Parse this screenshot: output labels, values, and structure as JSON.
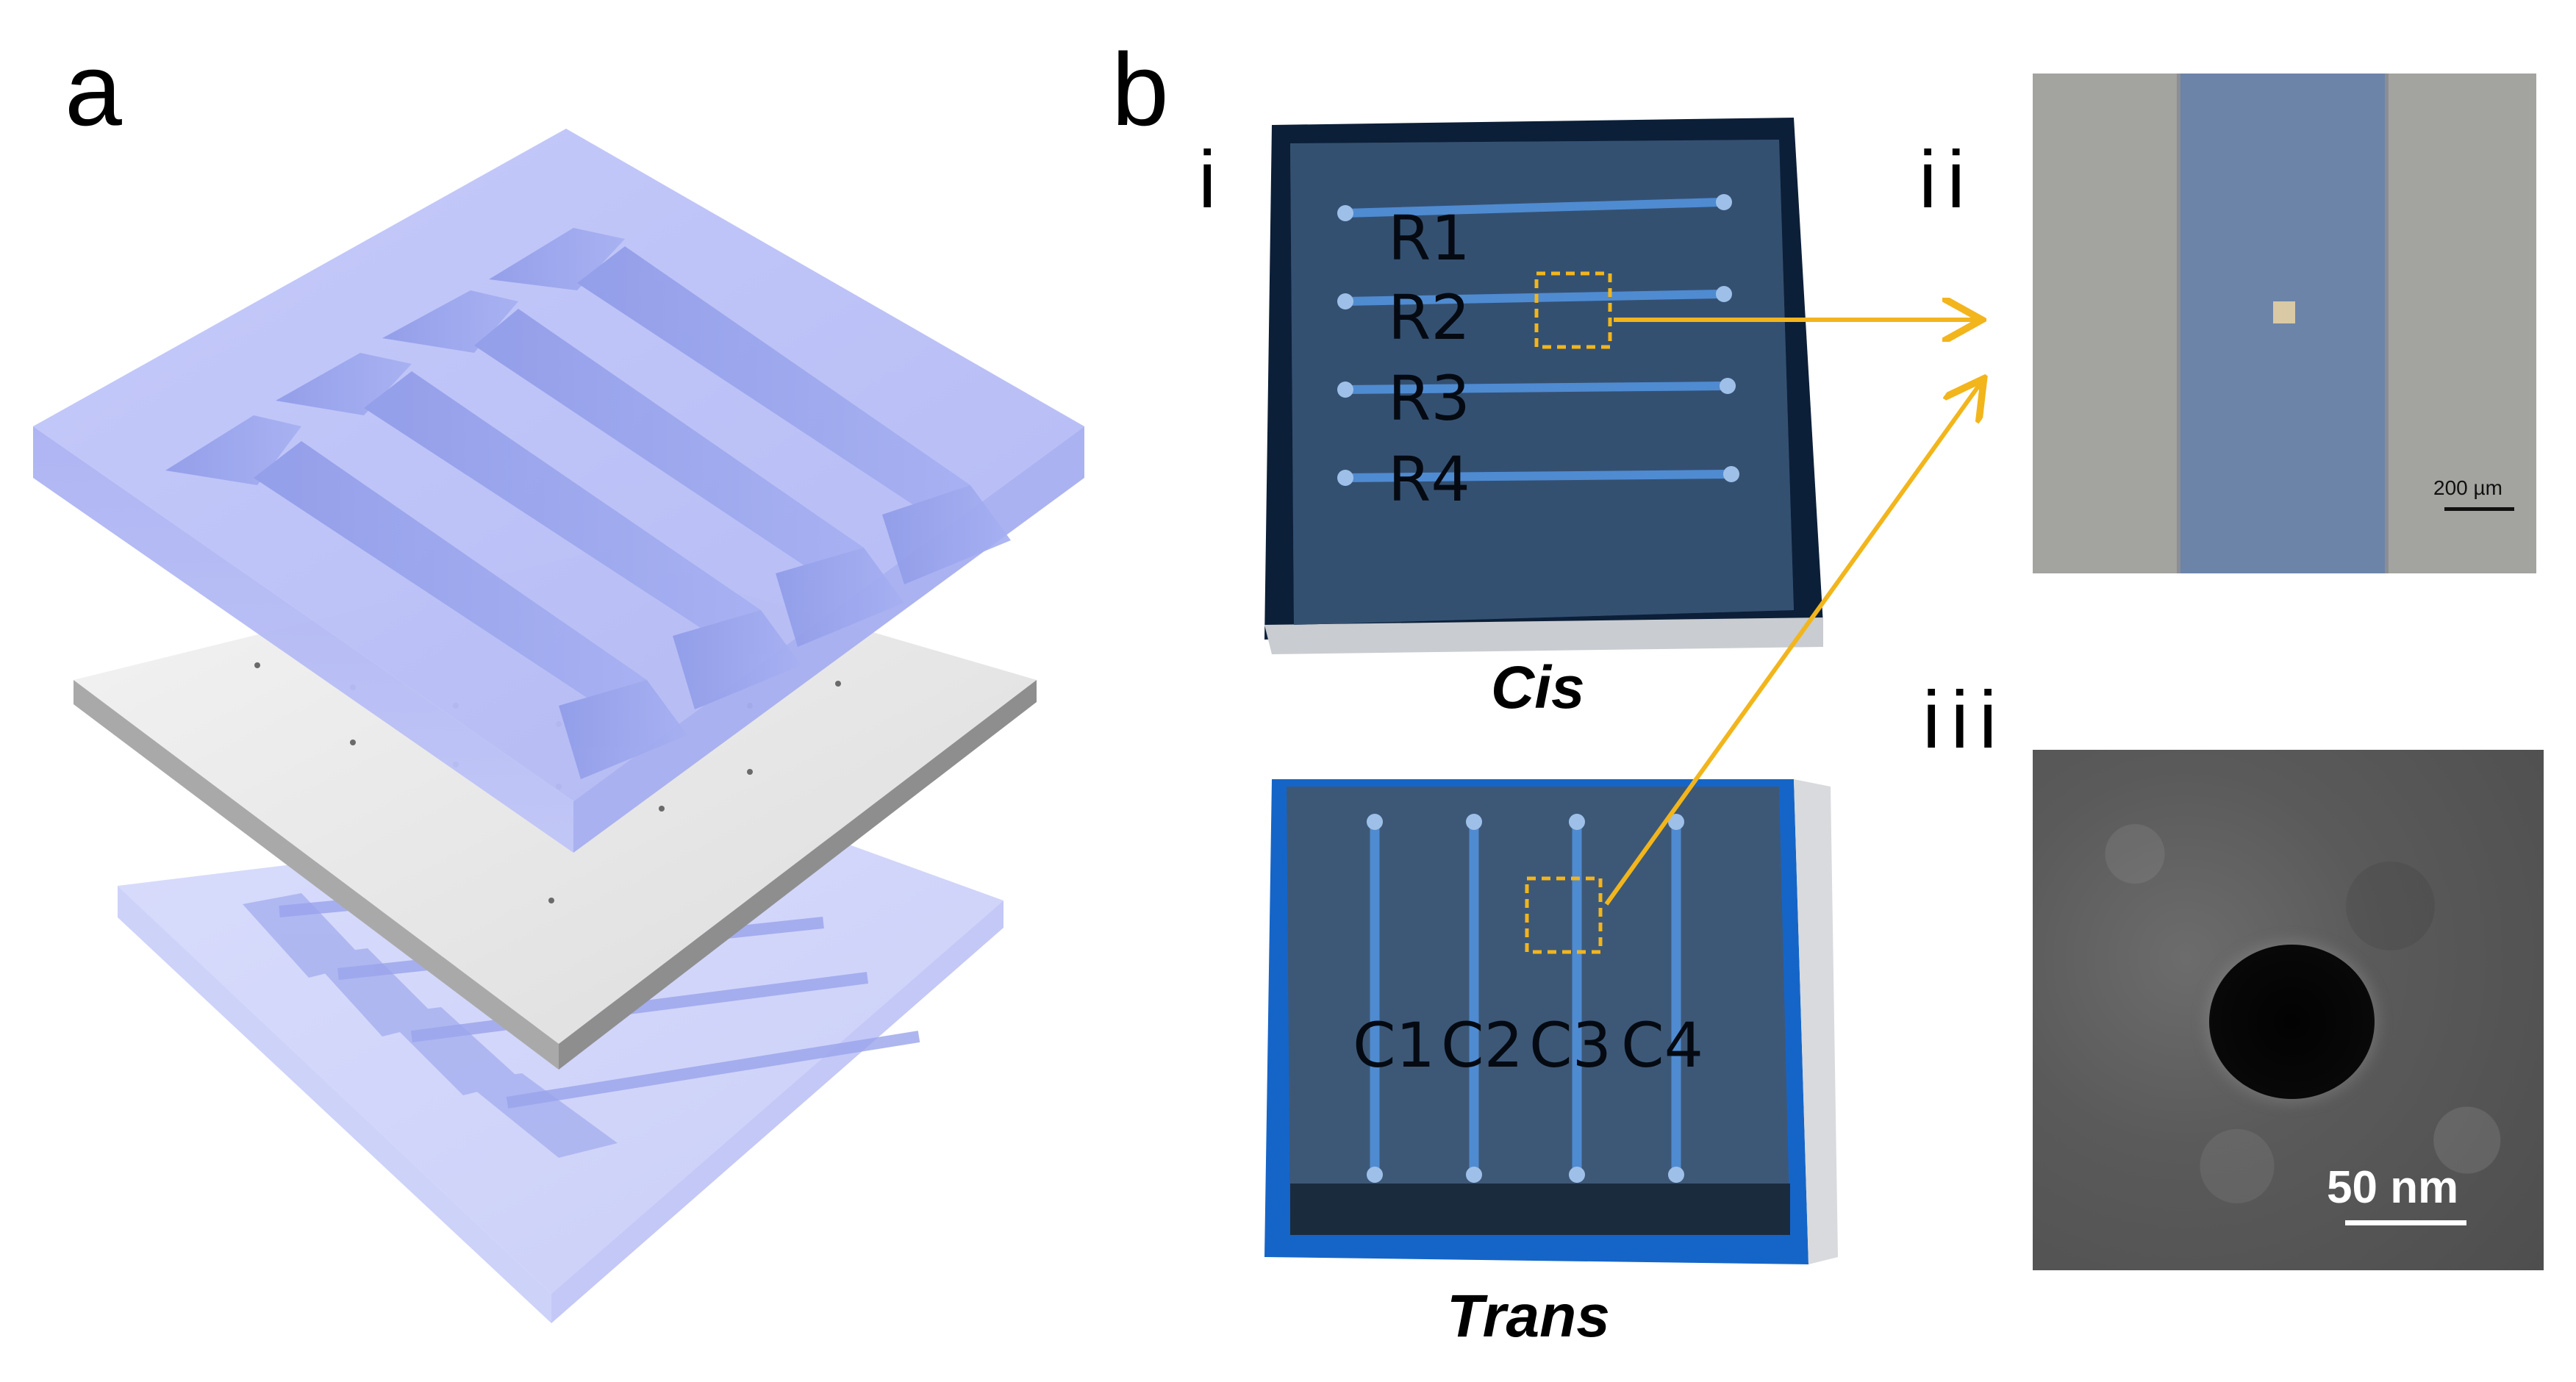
{
  "panels": {
    "a": {
      "label": "a"
    },
    "b": {
      "label": "b",
      "sub_i": "i",
      "sub_ii": "ii",
      "sub_iii": "iii"
    }
  },
  "cis_chip": {
    "caption": "Cis",
    "rows": [
      "R1",
      "R2",
      "R3",
      "R4"
    ]
  },
  "trans_chip": {
    "caption": "Trans",
    "columns": [
      "C1",
      "C2",
      "C3",
      "C4"
    ]
  },
  "optical_image": {
    "scale_bar": "200 µm"
  },
  "sem_image": {
    "scale_bar": "50 nm"
  },
  "colors": {
    "pdms_blue": "#b9bff6",
    "arrow_orange": "#f2b51c",
    "chip_dark": "#2d4a66"
  }
}
